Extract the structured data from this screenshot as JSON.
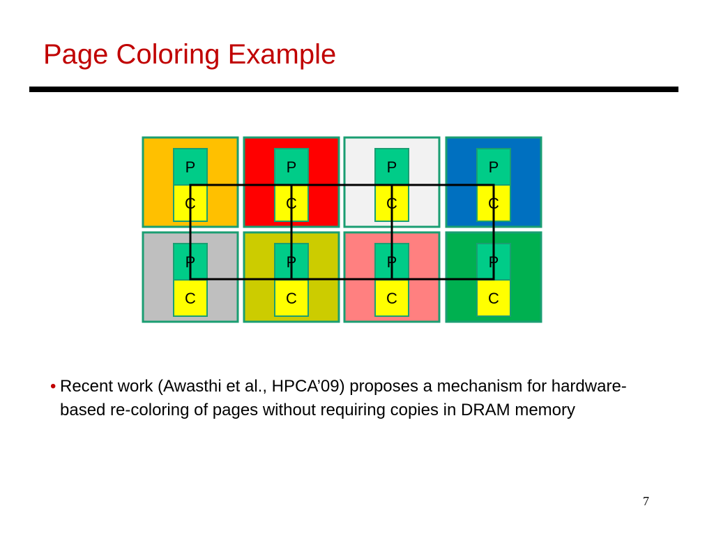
{
  "slide": {
    "title": "Page Coloring Example",
    "bullet": "Recent work (Awasthi et al., HPCA’09) proposes a mechanism for hardware-based re-coloring of pages without requiring copies in DRAM memory",
    "page_number": "7"
  },
  "diagram": {
    "border_color": "#1a9e72",
    "p_color": "#00cc88",
    "c_color": "#ffff00",
    "line_color": "#000000",
    "rows": [
      [
        {
          "color": "#ffc000",
          "top_label": "P",
          "bottom_label": "C"
        },
        {
          "color": "#ff0000",
          "top_label": "P",
          "bottom_label": "C"
        },
        {
          "color": "#f2f2f2",
          "top_label": "P",
          "bottom_label": "C"
        },
        {
          "color": "#0070c0",
          "top_label": "P",
          "bottom_label": "C"
        }
      ],
      [
        {
          "color": "#bfbfbf",
          "top_label": "P",
          "bottom_label": "C"
        },
        {
          "color": "#cccc00",
          "top_label": "P",
          "bottom_label": "C"
        },
        {
          "color": "#ff8080",
          "top_label": "P",
          "bottom_label": "C"
        },
        {
          "color": "#00b050",
          "top_label": "P",
          "bottom_label": "C"
        }
      ]
    ]
  }
}
